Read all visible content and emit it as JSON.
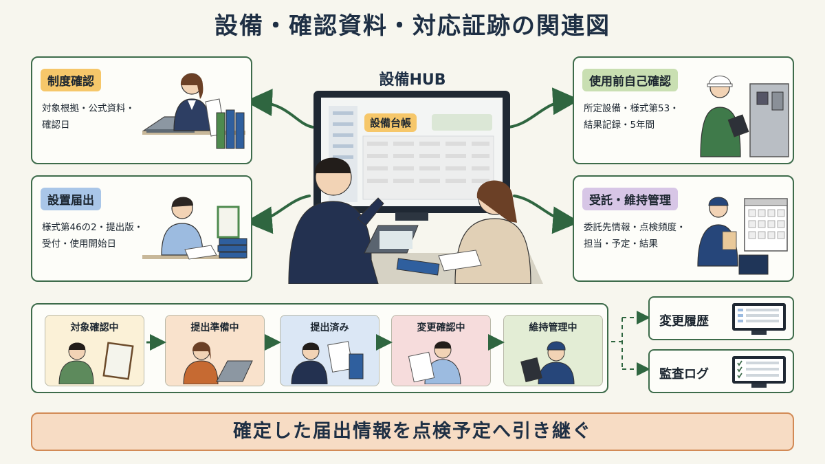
{
  "title": "設備・確認資料・対応証跡の関連図",
  "hub": {
    "label": "設備HUB",
    "screen_tag": "設備台帳"
  },
  "cards": {
    "seido": {
      "tag": "制度確認",
      "line1": "対象根拠・公式資料・",
      "line2": "確認日"
    },
    "secchi": {
      "tag": "設置届出",
      "line1": "様式第46の2・提出版・",
      "line2": "受付・使用開始日"
    },
    "shiyou": {
      "tag": "使用前自己確認",
      "line1": "所定設備・様式第53・",
      "line2": "結果記録・5年間"
    },
    "jutaku": {
      "tag": "受託・維持管理",
      "line1": "委託先情報・点検頻度・",
      "line2": "担当・予定・結果"
    }
  },
  "flow": {
    "steps": [
      {
        "label": "対象確認中"
      },
      {
        "label": "提出準備中"
      },
      {
        "label": "提出済み"
      },
      {
        "label": "変更確認中"
      },
      {
        "label": "維持管理中"
      }
    ]
  },
  "side": {
    "history": "変更履歴",
    "audit": "監査ログ"
  },
  "banner": "確定した届出情報を点検予定へ引き継ぐ",
  "colors": {
    "frame": "#3d6b4a",
    "arrow": "#2f6640",
    "tag_seido": "#f6c76a",
    "tag_secchi": "#a9c6e8",
    "tag_shiyou": "#c9dfb2",
    "tag_jutaku": "#d7c6e6",
    "banner": "#f7dcc4"
  }
}
